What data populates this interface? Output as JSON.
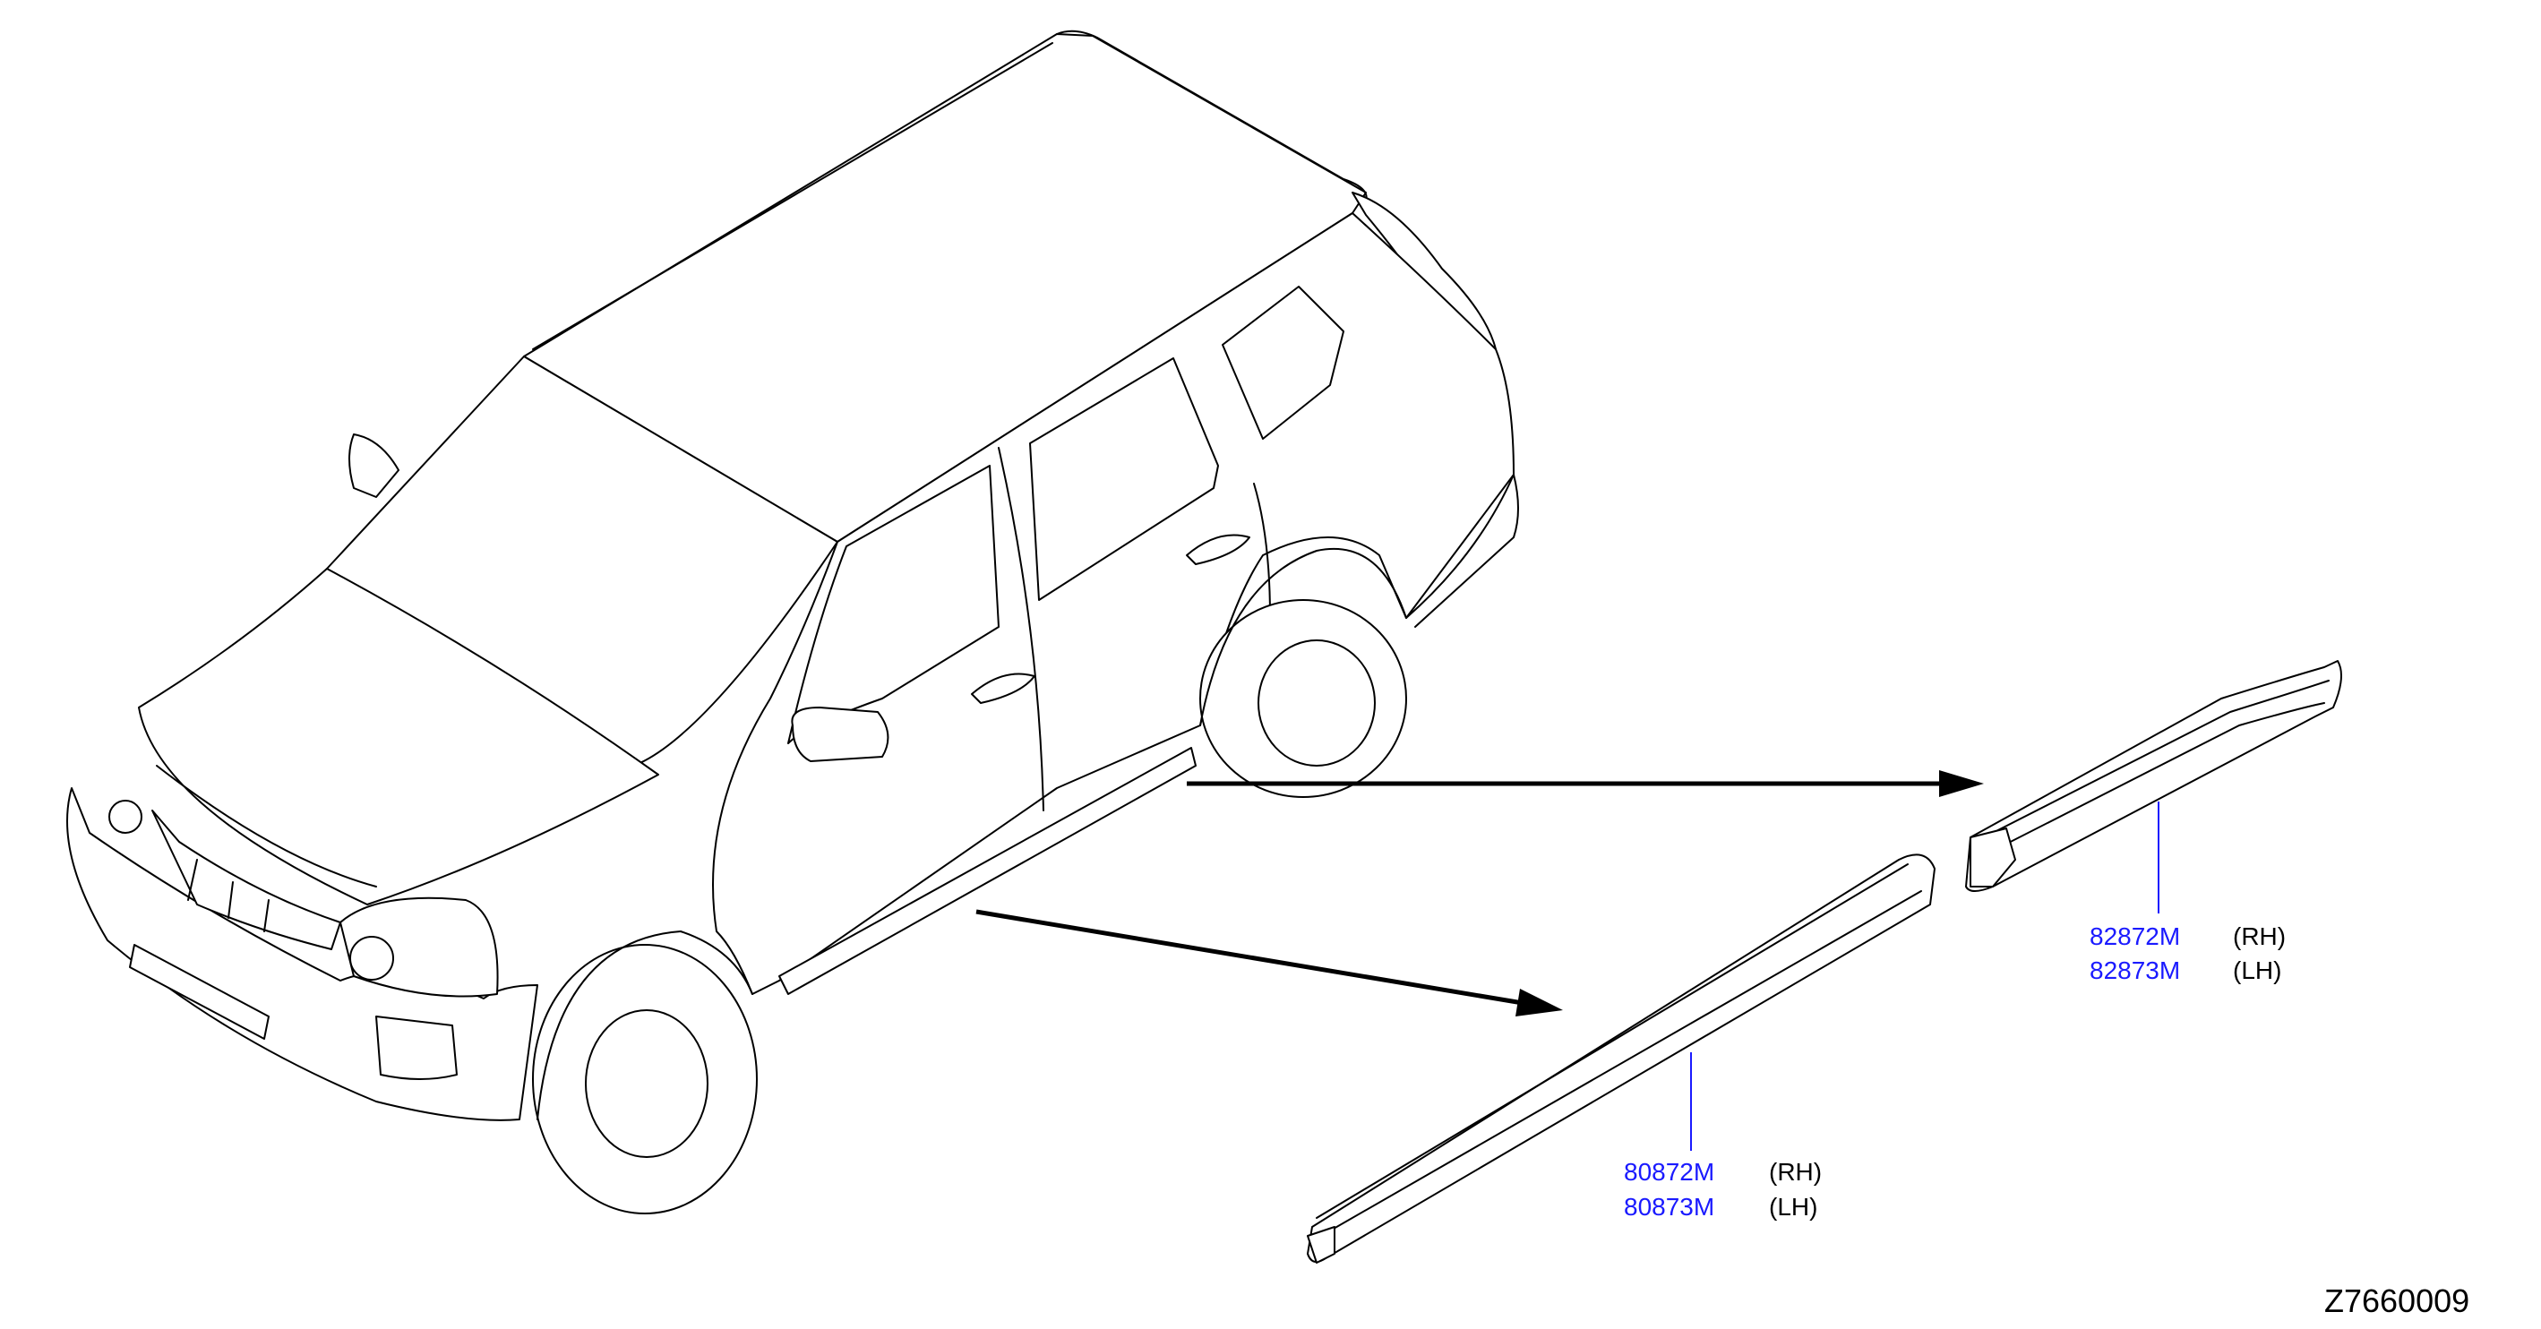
{
  "diagram_id": "Z7660009",
  "callouts": [
    {
      "part_rh": "82872M",
      "side_rh": "(RH)",
      "part_lh": "82873M",
      "side_lh": "(LH)"
    },
    {
      "part_rh": "80872M",
      "side_rh": "(RH)",
      "part_lh": "80873M",
      "side_lh": "(LH)"
    }
  ],
  "colors": {
    "part_number": "#1a1aff",
    "line": "#000000",
    "background": "#ffffff"
  }
}
